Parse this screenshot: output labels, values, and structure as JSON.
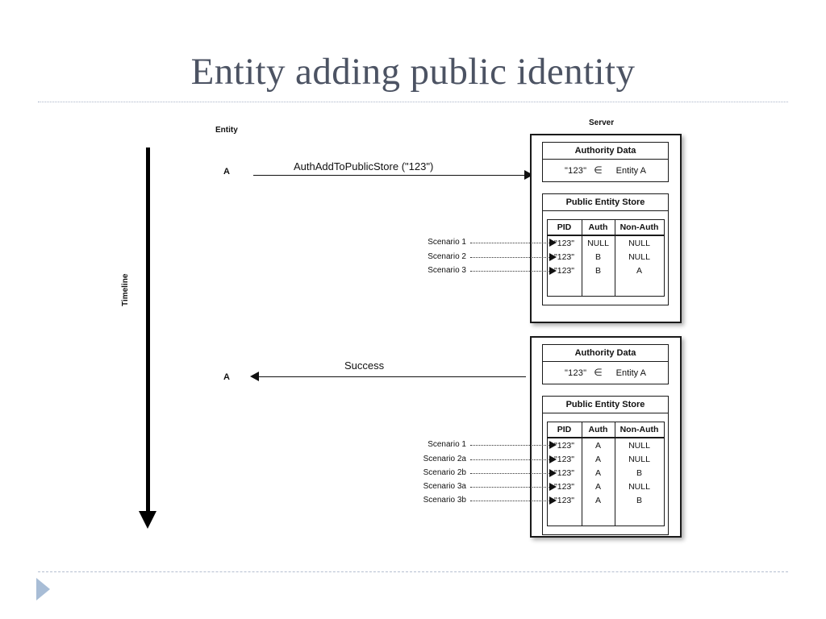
{
  "slide": {
    "title": "Entity adding public identity",
    "next_icon": "play-triangle-icon"
  },
  "diagram": {
    "timeline_label": "Timeline",
    "entity_label": "Entity",
    "server_label": "Server",
    "actor_top": "A",
    "actor_bottom": "A",
    "messages": {
      "request": "AuthAddToPublicStore (\"123\")",
      "response": "Success"
    },
    "panels": {
      "authority_title": "Authority Data",
      "store_title": "Public Entity Store",
      "authority_value": {
        "pid": "\"123\"",
        "member_of": "∈",
        "entity": "Entity A"
      }
    },
    "table": {
      "columns": [
        "PID",
        "Auth",
        "Non-Auth"
      ]
    },
    "states": [
      {
        "id": "before",
        "rows": [
          {
            "scenario": "Scenario 1",
            "pid": "\"123\"",
            "auth": "NULL",
            "auth_red": false,
            "non_auth": "NULL",
            "non_auth_red": false
          },
          {
            "scenario": "Scenario 2",
            "pid": "\"123\"",
            "auth": "B",
            "auth_red": false,
            "non_auth": "NULL",
            "non_auth_red": false
          },
          {
            "scenario": "Scenario 3",
            "pid": "\"123\"",
            "auth": "B",
            "auth_red": false,
            "non_auth": "A",
            "non_auth_red": false
          }
        ]
      },
      {
        "id": "after",
        "rows": [
          {
            "scenario": "Scenario 1",
            "pid": "\"123\"",
            "auth": "A",
            "auth_red": true,
            "non_auth": "NULL",
            "non_auth_red": false
          },
          {
            "scenario": "Scenario 2a",
            "pid": "\"123\"",
            "auth": "A",
            "auth_red": true,
            "non_auth": "NULL",
            "non_auth_red": false
          },
          {
            "scenario": "Scenario 2b",
            "pid": "\"123\"",
            "auth": "A",
            "auth_red": true,
            "non_auth": "B",
            "non_auth_red": true
          },
          {
            "scenario": "Scenario 3a",
            "pid": "\"123\"",
            "auth": "A",
            "auth_red": true,
            "non_auth": "NULL",
            "non_auth_red": false
          },
          {
            "scenario": "Scenario 3b",
            "pid": "\"123\"",
            "auth": "A",
            "auth_red": true,
            "non_auth": "B",
            "non_auth_red": true
          }
        ]
      }
    ]
  },
  "colors": {
    "title": "#4c5363",
    "highlight_red": "#dd1410",
    "rule": "#aab4c8",
    "triangle": "#a8bdd6"
  }
}
